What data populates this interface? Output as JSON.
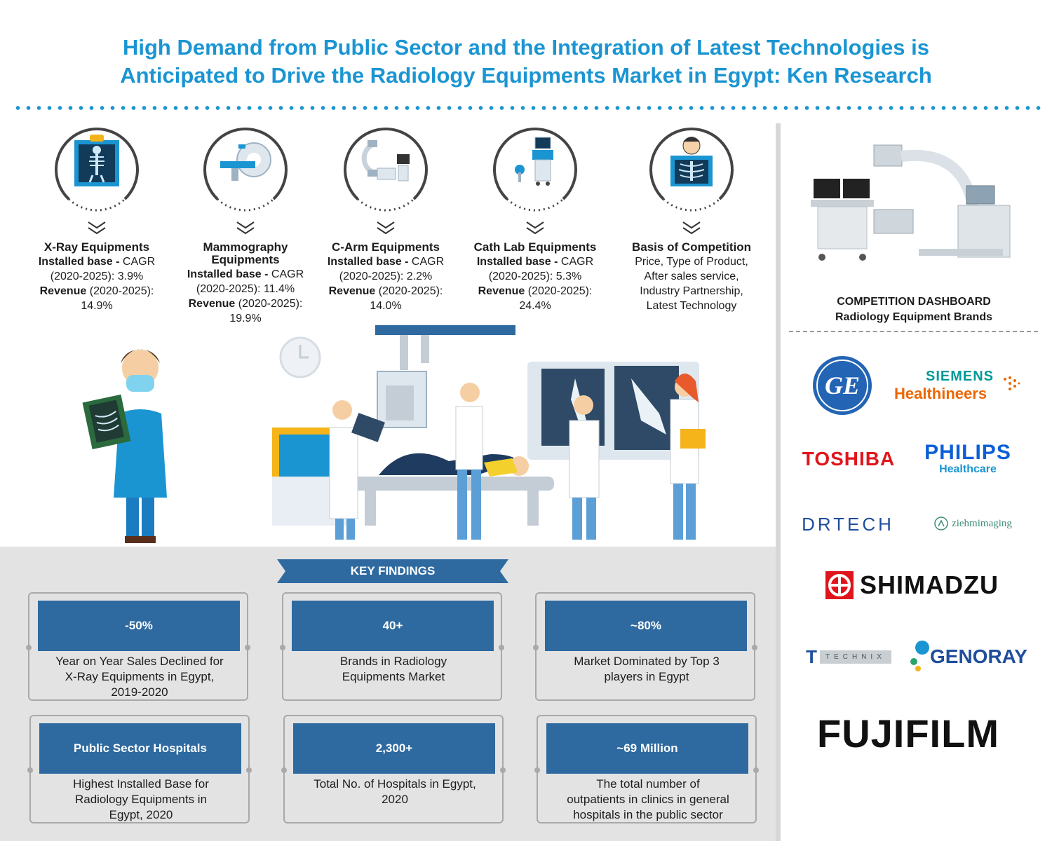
{
  "title_line1": "High Demand from Public Sector and the Integration of Latest Technologies is",
  "title_line2": "Anticipated to Drive the Radiology Equipments Market in Egypt: Ken Research",
  "categories": [
    {
      "icon": "xray-skeleton-icon",
      "title": "X-Ray Equipments",
      "l1_bold": "Installed base - ",
      "l1": "CAGR",
      "l2": "(2020-2025): 3.9%",
      "l3_bold": "Revenue",
      "l3": " (2020-2025):",
      "l4": "14.9%"
    },
    {
      "icon": "mri-scanner-icon",
      "title": "Mammography Equipments",
      "l1_bold": "Installed base - ",
      "l1": "CAGR",
      "l2": "(2020-2025): 11.4%",
      "l3_bold": "Revenue",
      "l3": " (2020-2025):",
      "l4": "19.9%"
    },
    {
      "icon": "c-arm-icon",
      "title": "C-Arm Equipments",
      "l1_bold": "Installed base - ",
      "l1": "CAGR",
      "l2": "(2020-2025): 2.2%",
      "l3_bold": "Revenue",
      "l3": " (2020-2025):",
      "l4": "14.0%"
    },
    {
      "icon": "ultrasound-cart-icon",
      "title": "Cath Lab Equipments",
      "l1_bold": "Installed base - ",
      "l1": "CAGR",
      "l2": "(2020-2025): 5.3%",
      "l3_bold": "Revenue",
      "l3": " (2020-2025):",
      "l4": "24.4%"
    },
    {
      "icon": "chest-xray-person-icon",
      "title": "Basis of Competition",
      "text": [
        "Price, Type of Product,",
        "After sales service,",
        "Industry Partnership,",
        "Latest Technology"
      ]
    }
  ],
  "key_findings": {
    "label": "KEY FINDINGS",
    "cards": [
      {
        "head": "-50%",
        "desc": [
          "Year on Year Sales Declined for",
          "X-Ray Equipments in Egypt,",
          "2019-2020"
        ]
      },
      {
        "head": "40+",
        "desc": [
          "Brands in Radiology",
          "Equipments Market"
        ]
      },
      {
        "head": "~80%",
        "desc": [
          "Market Dominated by Top 3",
          "players in Egypt"
        ]
      },
      {
        "head": "Public Sector Hospitals",
        "desc": [
          "Highest Installed Base for",
          "Radiology Equipments in",
          "Egypt, 2020"
        ]
      },
      {
        "head": "2,300+",
        "desc": [
          "Total No. of Hospitals in Egypt,",
          "2020"
        ]
      },
      {
        "head": "~69 Million",
        "desc": [
          "The total number of",
          "outpatients in clinics in general",
          "hospitals in the public sector"
        ]
      }
    ]
  },
  "dashboard": {
    "title1": "COMPETITION DASHBOARD",
    "title2": "Radiology Equipment Brands",
    "brands": {
      "ge": "GE",
      "siemens1": "SIEMENS",
      "siemens2": "Healthineers",
      "toshiba": "TOSHIBA",
      "philips1": "PHILIPS",
      "philips2": "Healthcare",
      "drtech": "DRTECH",
      "ziehm1": "ziehm",
      "ziehm2": "imaging",
      "shimadzu": "SHIMADZU",
      "technix": "TECHNIX",
      "genoray": "GENORAY",
      "fujifilm": "FUJIFILM"
    }
  },
  "colors": {
    "title": "#1b95d2",
    "card_head": "#2e6aa0",
    "banner": "#2e6aa0",
    "siemens": "#ec6602",
    "toshiba": "#e0151c",
    "philips": "#0b5ed7",
    "fujifilm": "#111111"
  }
}
